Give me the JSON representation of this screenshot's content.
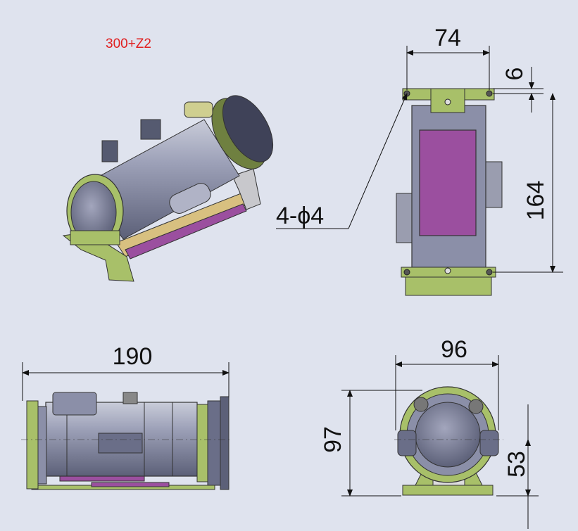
{
  "model_label": "300+Z2",
  "dimensions": {
    "top_width": "74",
    "hole_offset": "6",
    "side_height": "164",
    "hole_spec": "4-ϕ4",
    "length": "190",
    "front_width": "96",
    "front_height": "97",
    "axis_height": "53"
  },
  "colors": {
    "background": "#dfe3ee",
    "mount_green": "#a8c069",
    "body_grey": "#8b8fa8",
    "board_magenta": "#9b4f9f",
    "label_red": "#e02020",
    "dimension_line": "#111111"
  }
}
